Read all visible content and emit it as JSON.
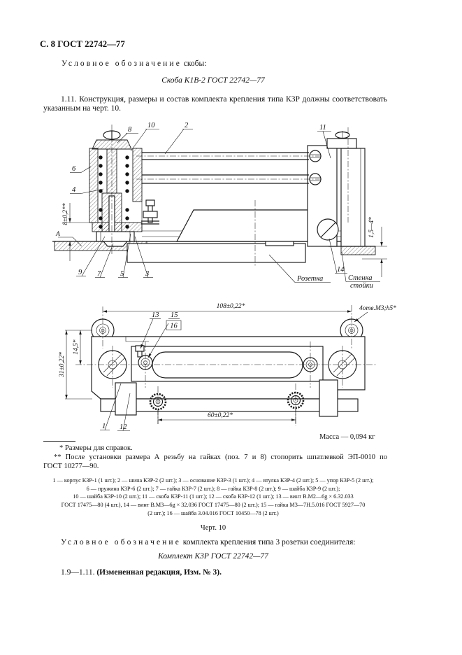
{
  "page_header": "С. 8 ГОСТ 22742—77",
  "intro": {
    "heading_spaced": "Условное обозначение",
    "heading_rest": "скобы:",
    "designation": "Скоба К1В-2 ГОСТ 22742—77",
    "para_line1": "1.11. Конструкция, размеры и состав комплекта крепления типа К3Р должны соответствовать",
    "para_line2": "указанным на черт. 10."
  },
  "fig_side": {
    "callout_8": "8",
    "callout_10": "10",
    "callout_2": "2",
    "callout_11": "11",
    "callout_6": "6",
    "callout_4": "4",
    "callout_9": "9",
    "callout_7": "7",
    "callout_5": "5",
    "callout_3": "3",
    "callout_14": "14",
    "dim_a": "8±0,2**",
    "datum_a": "А",
    "dim_gap": "1,5—4*",
    "label_rozetka": "Розетка",
    "label_wall_line1": "Стенка",
    "label_wall_line2": "стойки"
  },
  "fig_plan": {
    "dim_width": "108±0,22*",
    "note_holes": "4отв.М3;h5*",
    "dim_height": "31±0,22*",
    "dim_mid": "14,5*",
    "dim_lower": "60±0,22*",
    "callout_13": "13",
    "callout_15": "15",
    "callout_16": "16",
    "callout_1": "1",
    "callout_12": "12"
  },
  "mass_note": "Масса — 0,094 кг",
  "footnotes": {
    "star": "* Размеры для справок.",
    "dstar_line1": "** После установки размера А резьбу на гайках (поз. 7 и 8) стопорить шпатлевкой ЭП-0010 по",
    "dstar_line2": "ГОСТ 10277—90."
  },
  "parts_list": {
    "line1": "1 — корпус К3Р-1 (1 шт.); 2 — шина К3Р-2 (2 шт.); 3 — основание К3Р-3 (1 шт.); 4 — втулка К3Р-4 (2 шт.); 5 — упор К3Р-5 (2 шт.);",
    "line2": "6 — пружина К3Р-6 (2 шт.); 7 — гайка К3Р-7 (2 шт.); 8 — гайка К3Р-8 (2 шт.); 9 — шайба К3Р-9 (2 шт.);",
    "line3": "10 — шайба К3Р-10 (2 шт.); 11 — скоба К3Р-11 (1 шт.); 12 — скоба К3Р-12 (1 шт.); 13 — винт В.М2—6g × 6.32.033",
    "line4": "ГОСТ 17475—80 (4 шт.), 14 — винт В.М3—6g × 32.036 ГОСТ 17475—80 (2 шт.); 15 — гайка М3—7Н.5.016 ГОСТ 5927—70",
    "line5": "(2 шт.); 16 — шайба 3.04.016 ГОСТ 10450—78 (2 шт.)"
  },
  "caption": "Черт. 10",
  "outro": {
    "heading_spaced": "Условное обозначение",
    "heading_rest": "комплекта крепления типа 3 розетки соединителя:",
    "designation": "Комплект К3Р ГОСТ 22742—77",
    "amendment_prefix": "1.9—1.11. ",
    "amendment_bold": "(Измененная редакция, Изм. № 3)."
  }
}
